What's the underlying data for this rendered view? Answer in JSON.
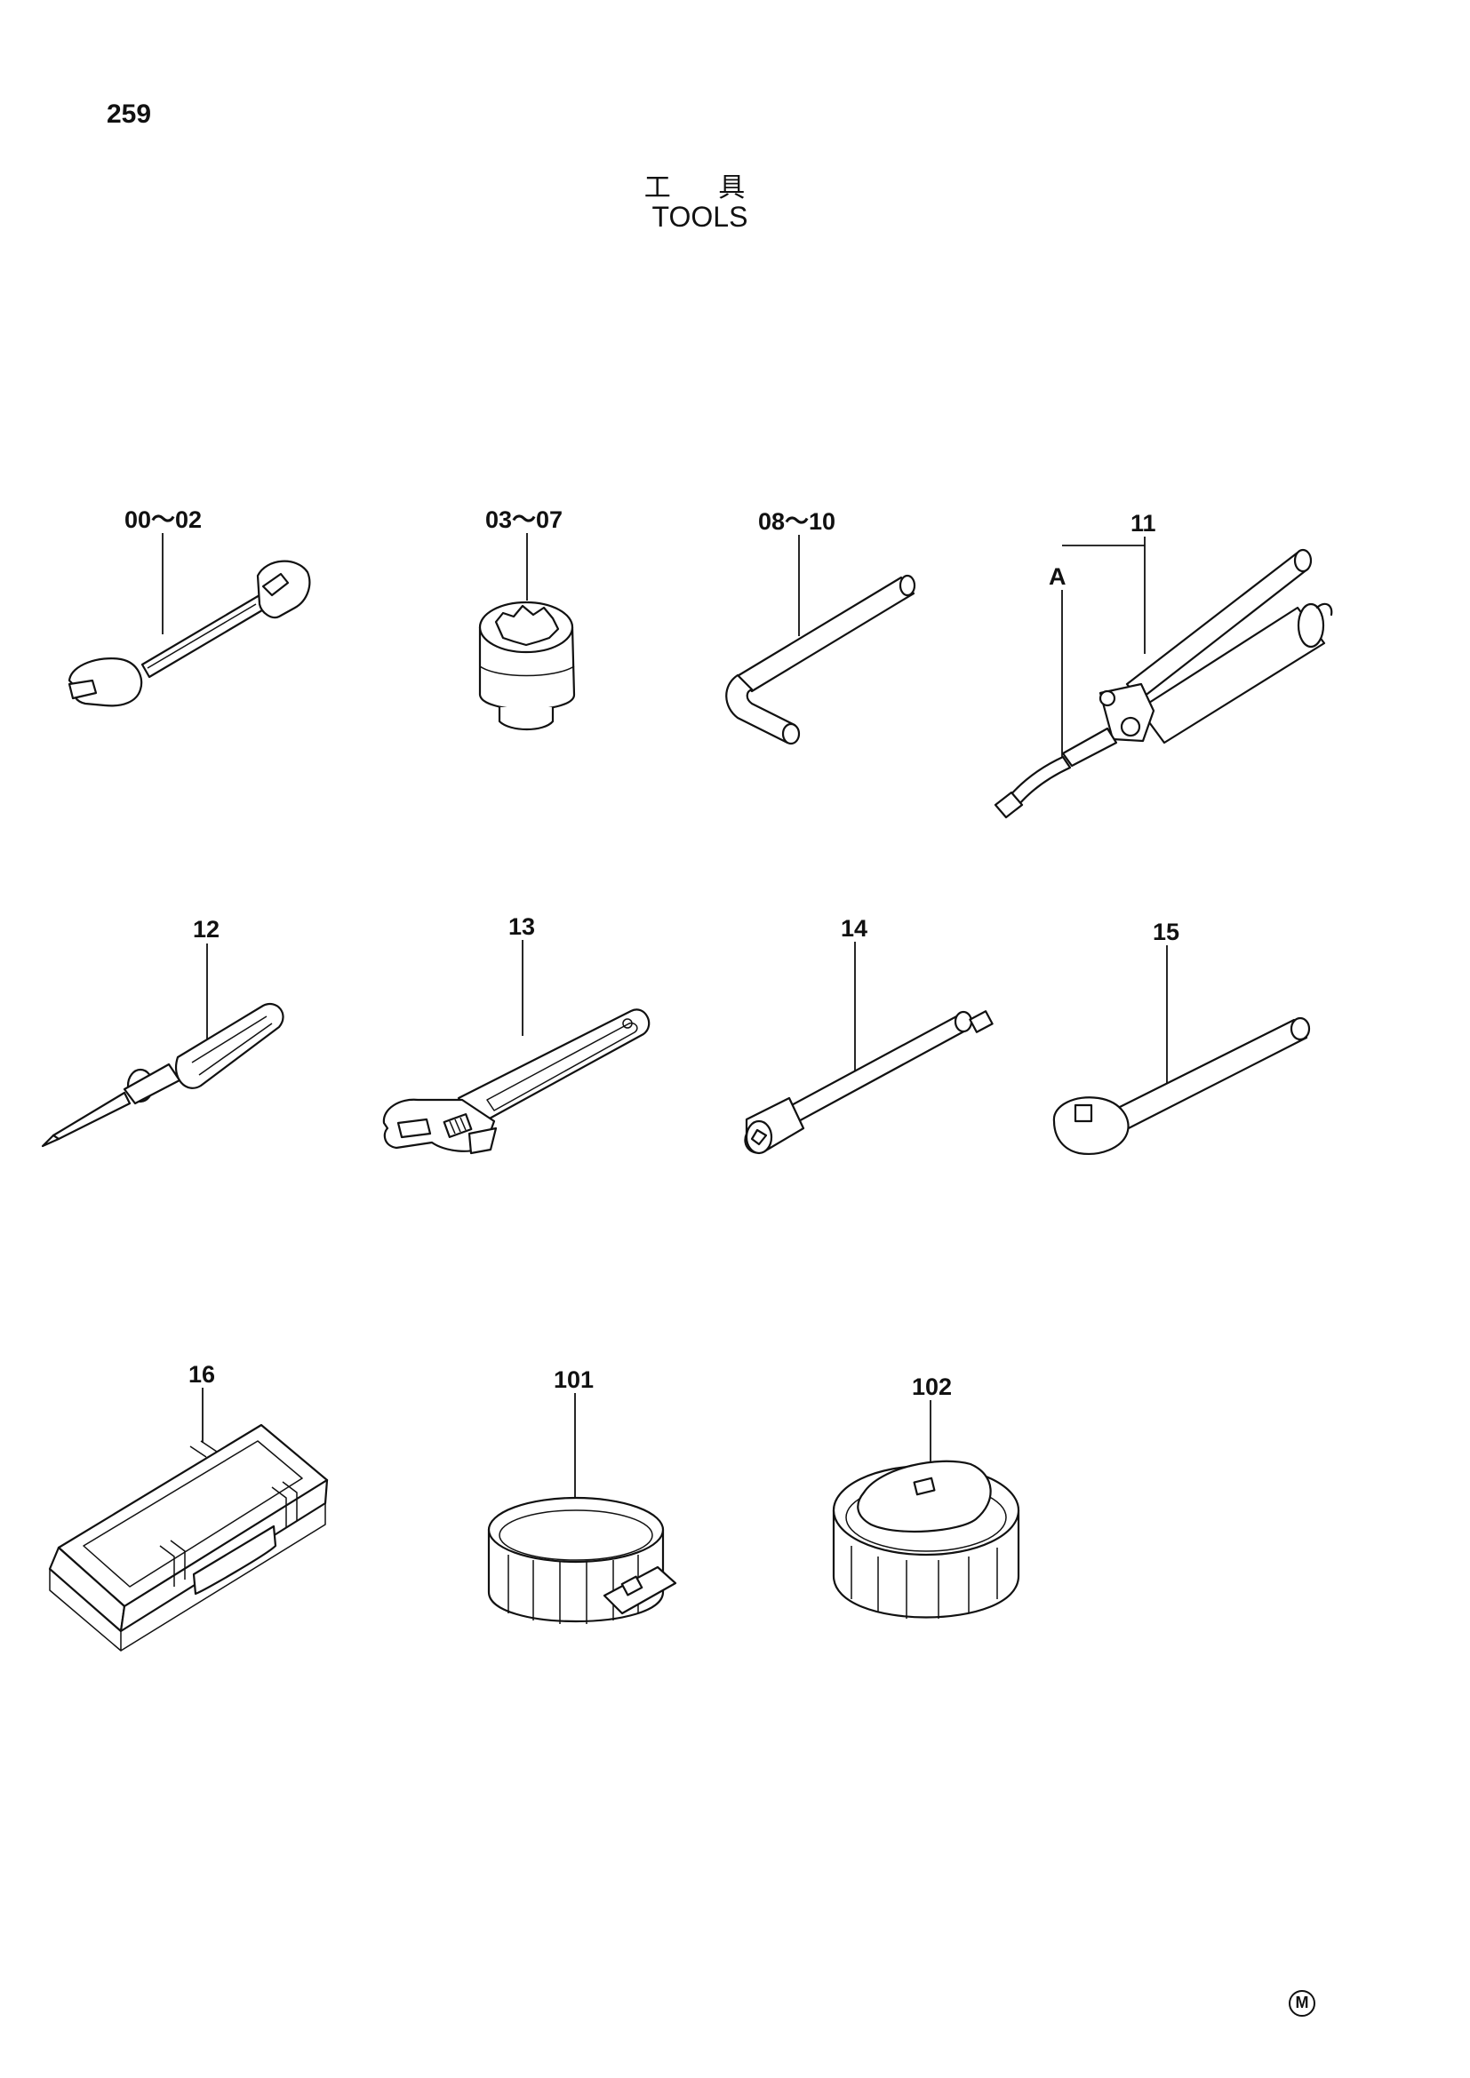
{
  "page": {
    "number": "259",
    "title_jp": "工 具",
    "title_en": "TOOLS",
    "corner_mark": "M"
  },
  "callouts": [
    {
      "id": "c0",
      "label": "00～02",
      "item": "open-end-wrench"
    },
    {
      "id": "c1",
      "label": "03～07",
      "item": "socket"
    },
    {
      "id": "c2",
      "label": "08～10",
      "item": "hex-key"
    },
    {
      "id": "c3",
      "label": "11",
      "item": "grease-gun"
    },
    {
      "id": "c3a",
      "label": "A",
      "item": "grease-gun-nozzle"
    },
    {
      "id": "c4",
      "label": "12",
      "item": "screwdriver"
    },
    {
      "id": "c5",
      "label": "13",
      "item": "adjustable-wrench"
    },
    {
      "id": "c6",
      "label": "14",
      "item": "extension-bar"
    },
    {
      "id": "c7",
      "label": "15",
      "item": "ratchet-handle"
    },
    {
      "id": "c8",
      "label": "16",
      "item": "tool-box"
    },
    {
      "id": "c9",
      "label": "101",
      "item": "filter-wrench-strap"
    },
    {
      "id": "c10",
      "label": "102",
      "item": "filter-wrench-cap"
    }
  ]
}
